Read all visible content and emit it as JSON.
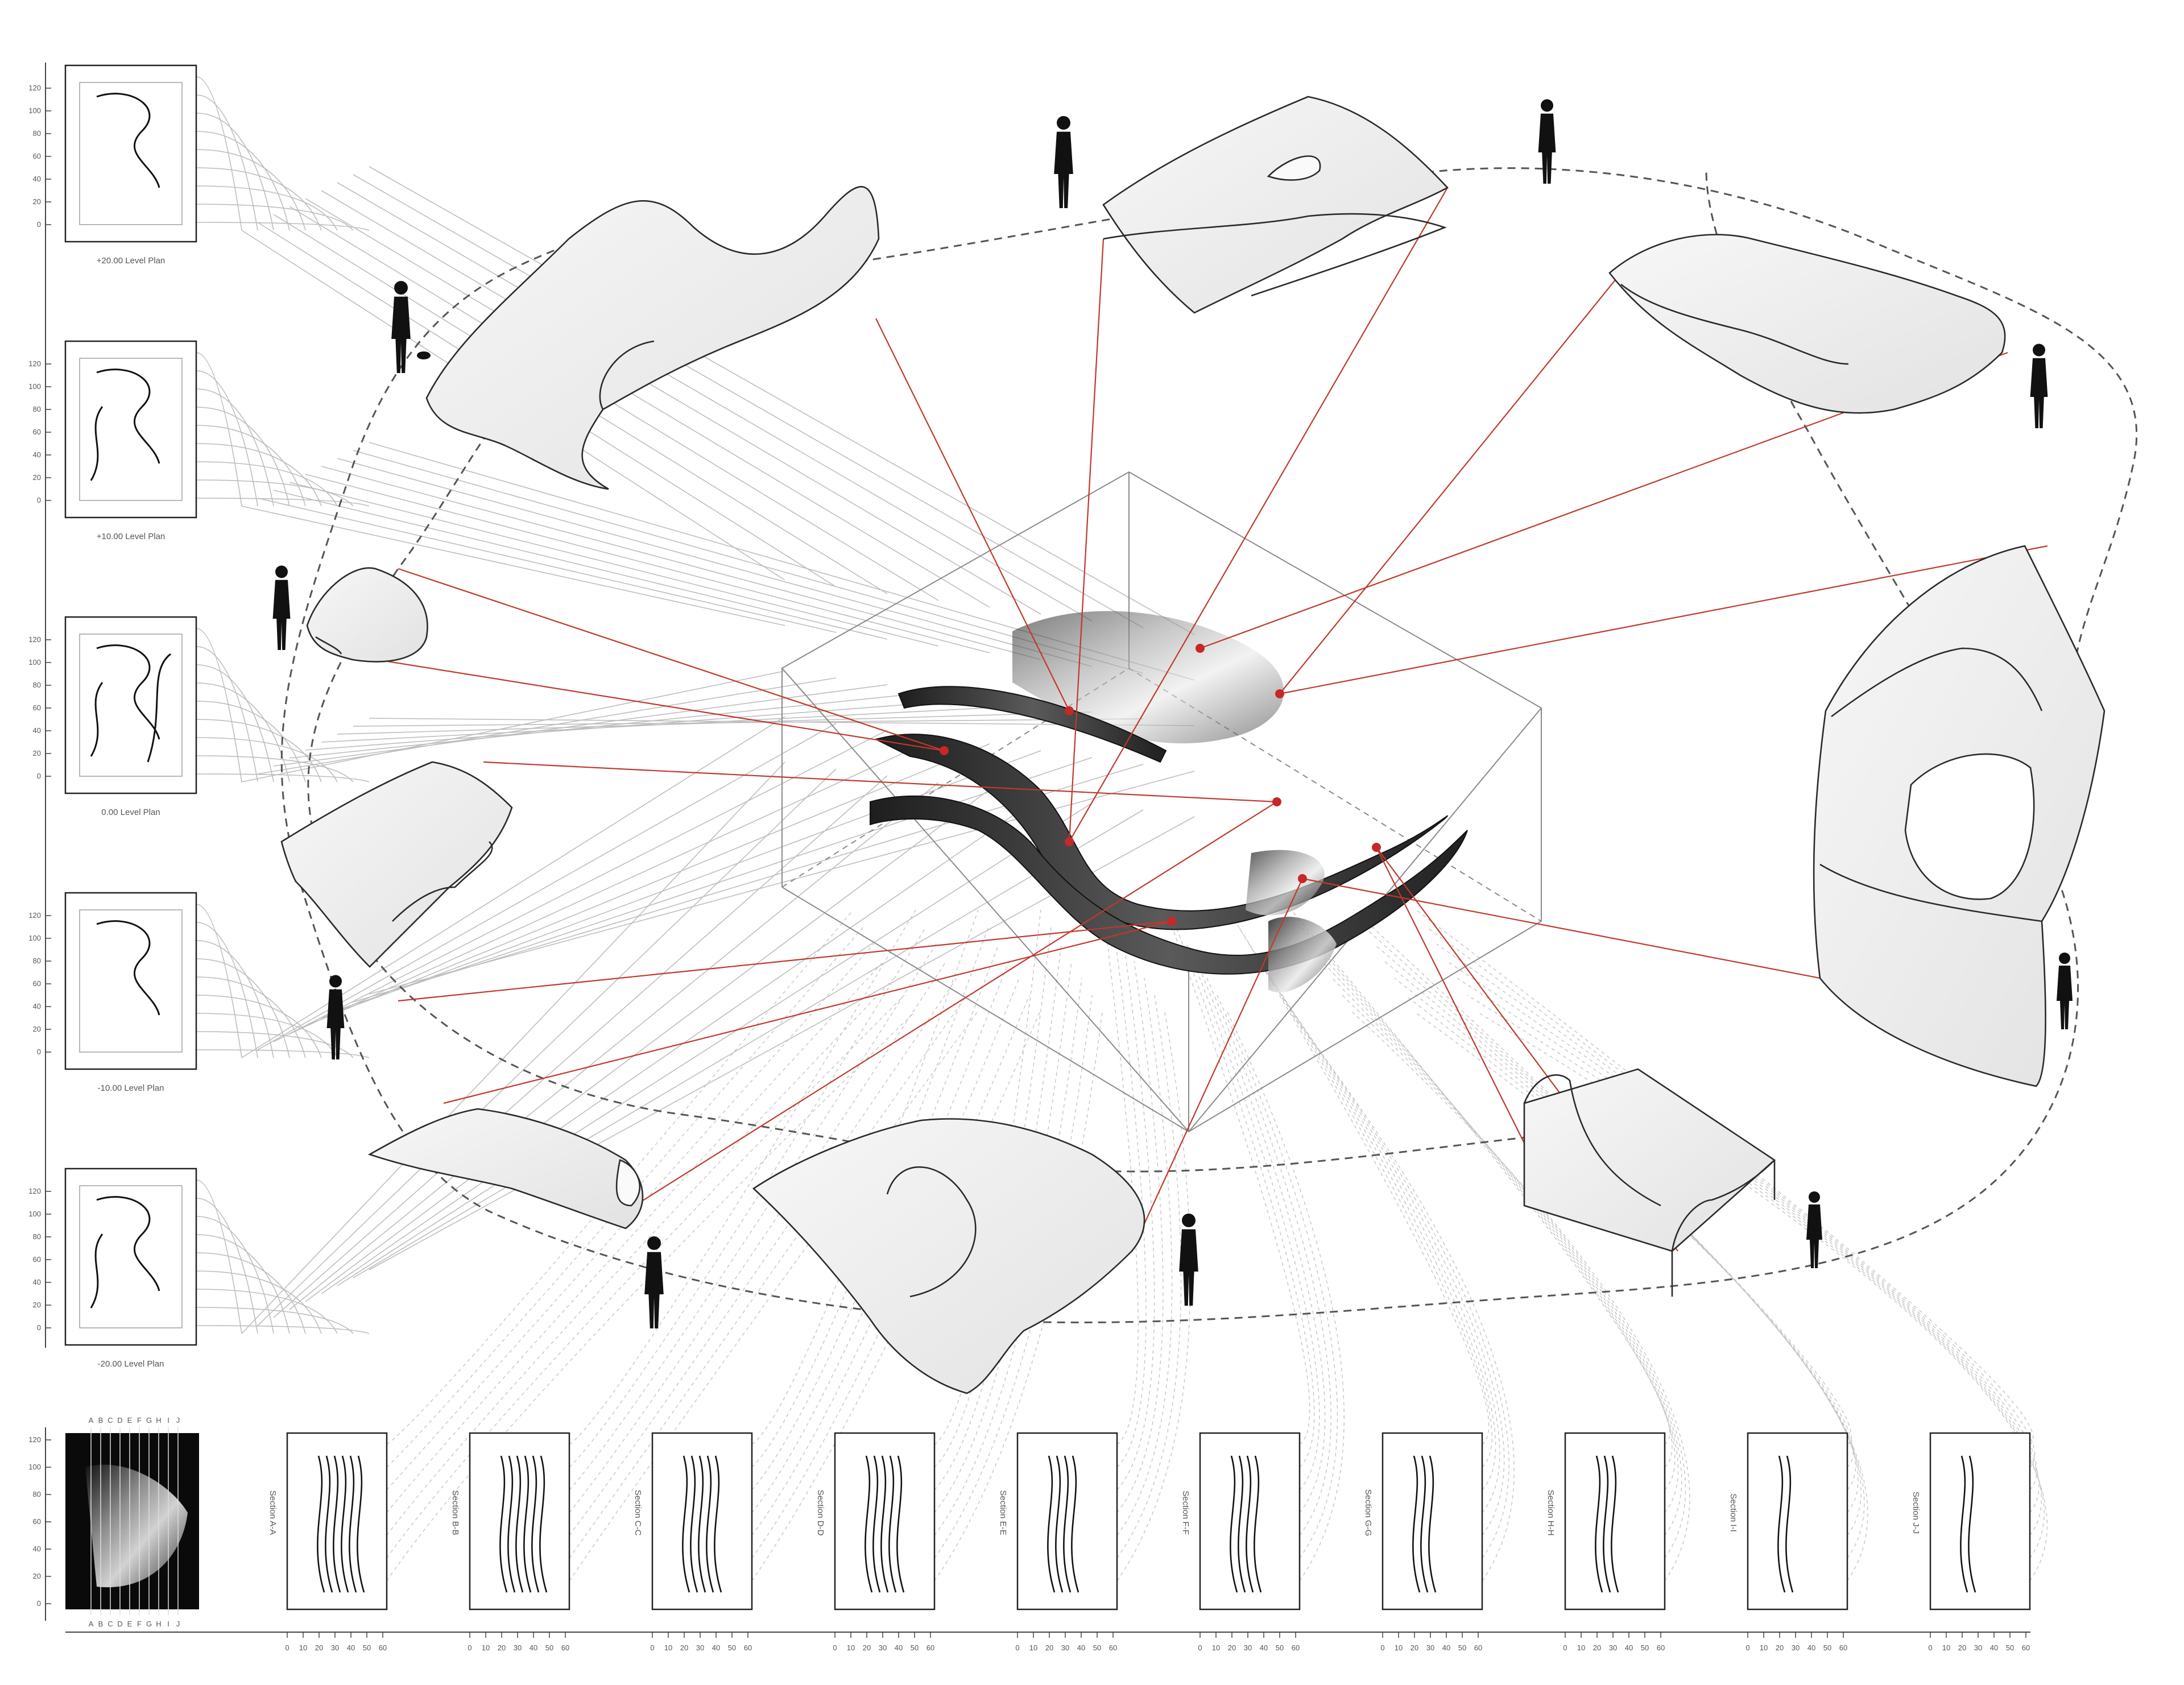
{
  "axis": {
    "level_ticks": [
      "0",
      "20",
      "40",
      "60",
      "80",
      "100",
      "120"
    ],
    "section_ticks": [
      "0",
      "10",
      "20",
      "30",
      "40",
      "50",
      "60"
    ]
  },
  "plans": [
    {
      "label": "+20.00 Level Plan"
    },
    {
      "label": "+10.00 Level Plan"
    },
    {
      "label": "0.00 Level Plan"
    },
    {
      "label": "-10.00 Level Plan"
    },
    {
      "label": "-20.00 Level Plan"
    }
  ],
  "grid_letters": [
    "A",
    "B",
    "C",
    "D",
    "E",
    "F",
    "G",
    "H",
    "I",
    "J"
  ],
  "sections": [
    {
      "label": "Section A-A"
    },
    {
      "label": "Section B-B"
    },
    {
      "label": "Section C-C"
    },
    {
      "label": "Section D-D"
    },
    {
      "label": "Section E-E"
    },
    {
      "label": "Section F-F"
    },
    {
      "label": "Section G-G"
    },
    {
      "label": "Section H-H"
    },
    {
      "label": "Section I-I"
    },
    {
      "label": "Section J-J"
    }
  ],
  "colors": {
    "ink": "#2a2a2a",
    "projection": "#b8b8b8",
    "leader": "#c0392b",
    "marker": "#c62828",
    "surface_fill": "#eeeeee",
    "ribbon": "#3a3a3a"
  }
}
